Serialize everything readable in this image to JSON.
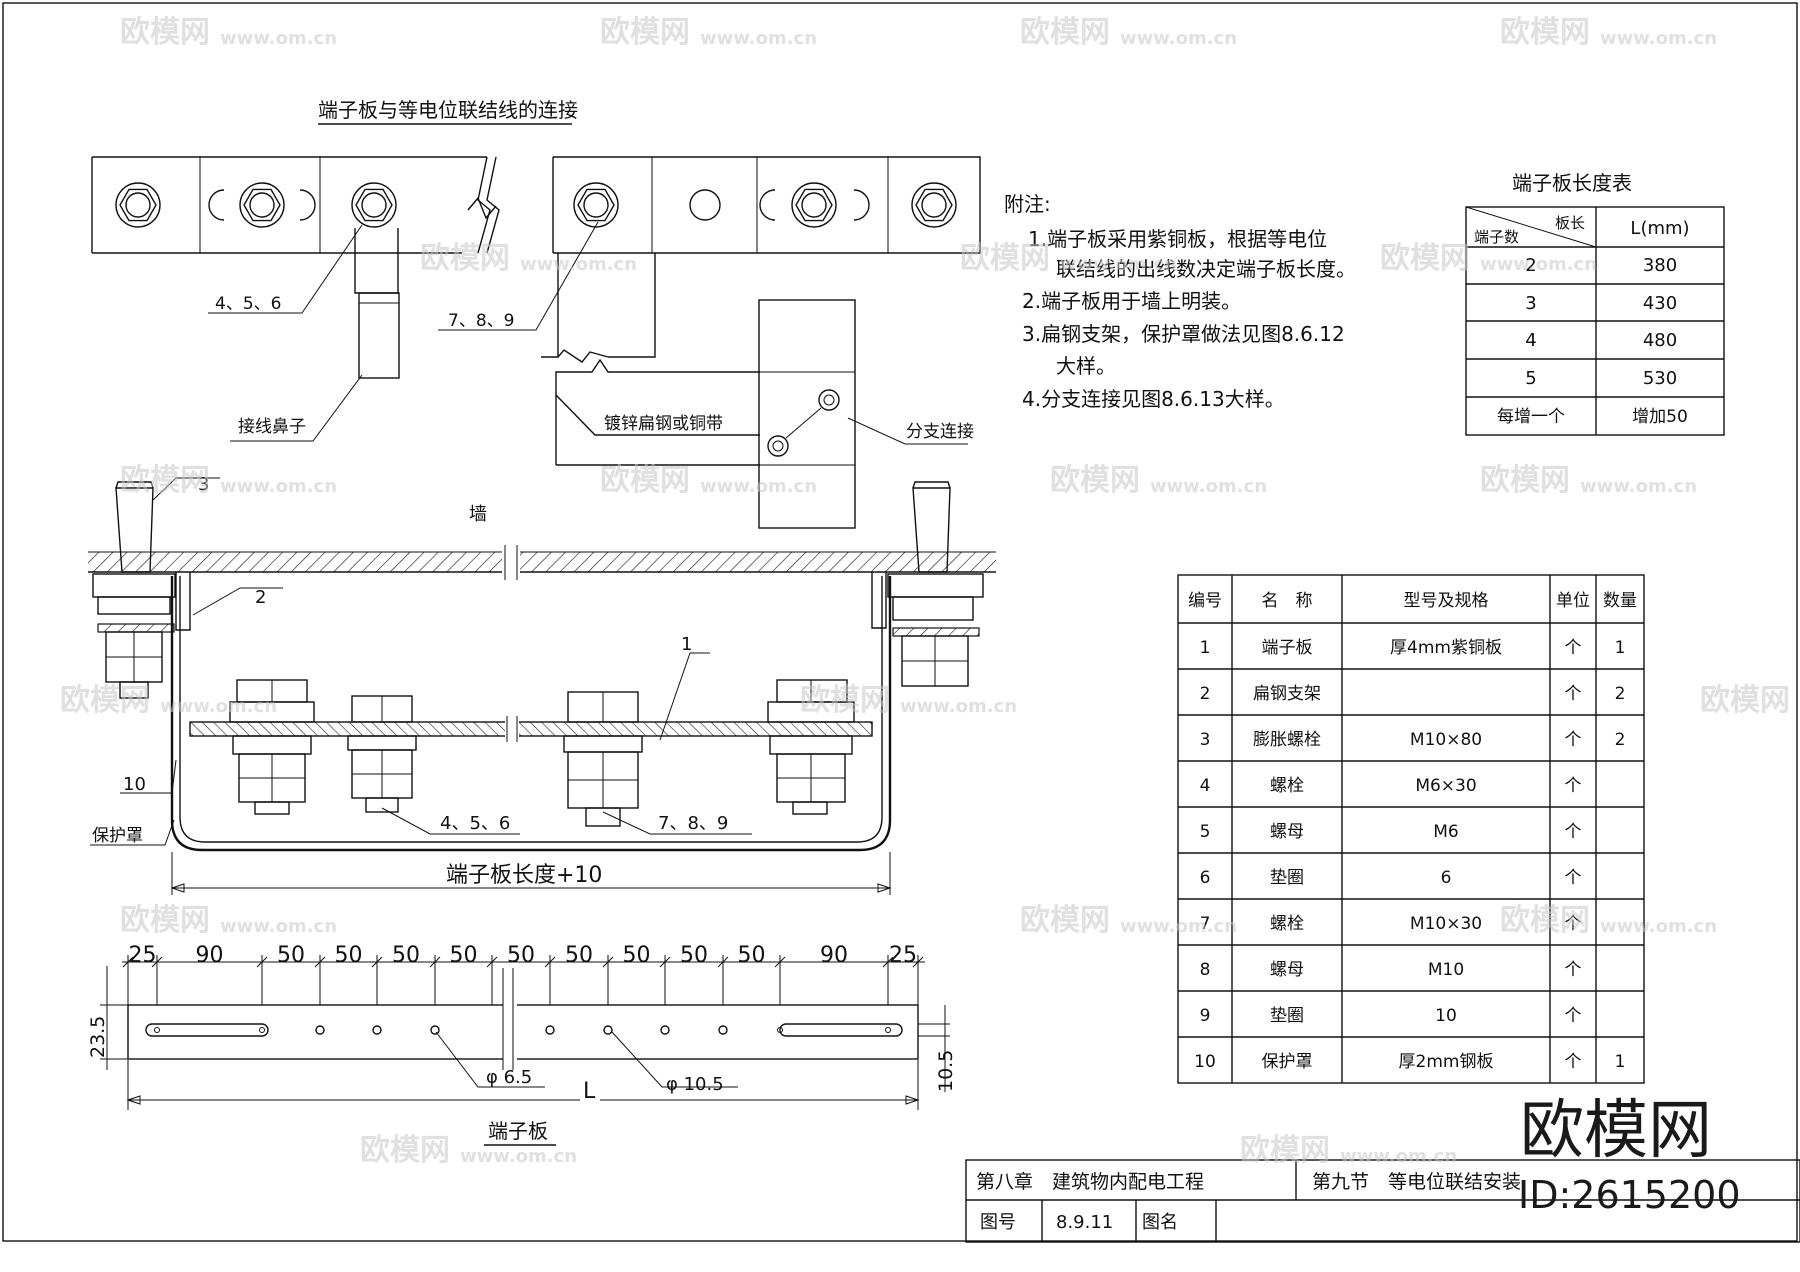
{
  "top_view_title": "端子板与等电位联结线的连接",
  "labels": {
    "bolt_group_a": "4、5、6",
    "bolt_group_b": "7、8、9",
    "lug": "接线鼻子",
    "flat_steel": "镀锌扁钢或铜带",
    "branch": "分支连接",
    "wall": "墙",
    "part_1": "1",
    "part_2": "2",
    "part_3": "3",
    "part_10": "10",
    "cover": "保护罩",
    "bolt_group_a_sec": "4、5、6",
    "bolt_group_b_sec": "7、8、9",
    "overall_dim": "端子板长度+10",
    "plate_caption": "端子板",
    "dia_small": "φ 6.5",
    "dia_large": "φ 10.5",
    "length_L": "L",
    "dim_left_height": "23.5",
    "dim_right_height": "10.5"
  },
  "dimensions_top": [
    "25",
    "90",
    "50",
    "50",
    "50",
    "50",
    "50",
    "50",
    "50",
    "50",
    "50",
    "90",
    "25"
  ],
  "notes": {
    "title": "附注:",
    "lines": [
      "1.端子板采用紫铜板，根据等电位",
      "联结线的出线数决定端子板长度。",
      "2.端子板用于墙上明装。",
      "3.扁钢支架，保护罩做法见图8.6.12",
      "大样。",
      "4.分支连接见图8.6.13大样。"
    ]
  },
  "length_table": {
    "title": "端子板长度表",
    "corner_top": "板长",
    "corner_bottom": "端子数",
    "col_header": "L(mm)",
    "rows": [
      {
        "n": "2",
        "l": "380"
      },
      {
        "n": "3",
        "l": "430"
      },
      {
        "n": "4",
        "l": "480"
      },
      {
        "n": "5",
        "l": "530"
      },
      {
        "n": "每增一个",
        "l": "增加50"
      }
    ]
  },
  "parts_table": {
    "headers": [
      "编号",
      "名　称",
      "型号及规格",
      "单位",
      "数量"
    ],
    "rows": [
      [
        "1",
        "端子板",
        "厚4mm紫铜板",
        "个",
        "1"
      ],
      [
        "2",
        "扁钢支架",
        "",
        "个",
        "2"
      ],
      [
        "3",
        "膨胀螺栓",
        "M10×80",
        "个",
        "2"
      ],
      [
        "4",
        "螺栓",
        "M6×30",
        "个",
        ""
      ],
      [
        "5",
        "螺母",
        "M6",
        "个",
        ""
      ],
      [
        "6",
        "垫圈",
        "6",
        "个",
        ""
      ],
      [
        "7",
        "螺栓",
        "M10×30",
        "个",
        ""
      ],
      [
        "8",
        "螺母",
        "M10",
        "个",
        ""
      ],
      [
        "9",
        "垫圈",
        "10",
        "个",
        ""
      ],
      [
        "10",
        "保护罩",
        "厚2mm钢板",
        "个",
        "1"
      ]
    ]
  },
  "title_block": {
    "chapter": "第八章　建筑物内配电工程",
    "section": "第九节　等电位联结安装",
    "fig_no_label": "图号",
    "fig_no": "8.9.11",
    "fig_name_label": "图名"
  },
  "watermark": {
    "brand": "欧模网",
    "url": "www.om.cn",
    "id": "ID:2615200"
  }
}
